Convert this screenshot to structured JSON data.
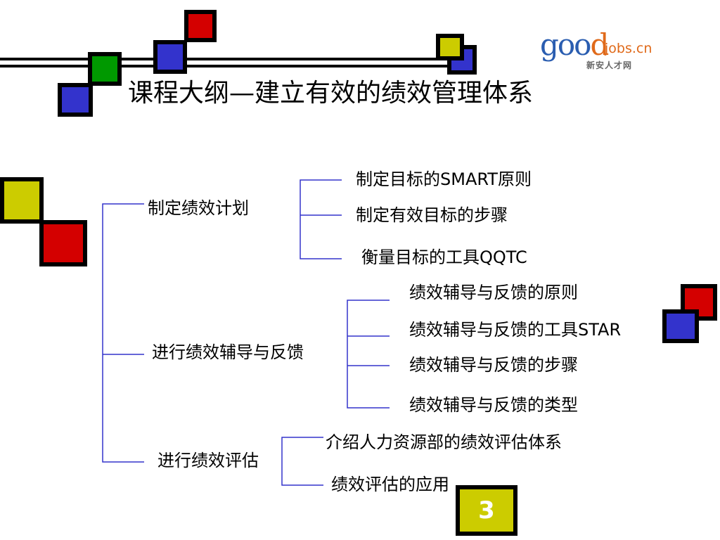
{
  "title": "课程大纲—建立有效的绩效管理体系",
  "logo": {
    "good": "goo",
    "good_d": "d",
    "jobs": "jobs.cn",
    "sub": "新安人才网"
  },
  "page_number": "3",
  "outline": {
    "plan": {
      "label": "制定绩效计划",
      "items": [
        "制定目标的SMART原则",
        "制定有效目标的步骤",
        "衡量目标的工具QQTC"
      ]
    },
    "coaching": {
      "label": "进行绩效辅导与反馈",
      "items": [
        "绩效辅导与反馈的原则",
        "绩效辅导与反馈的工具STAR",
        "绩效辅导与反馈的步骤",
        "绩效辅导与反馈的类型"
      ]
    },
    "evaluation": {
      "label": "进行绩效评估",
      "items": [
        "介绍人力资源部的绩效评估体系",
        "绩效评估的应用"
      ]
    }
  },
  "colors": {
    "red": "#d40000",
    "blue": "#3333cc",
    "green": "#009900",
    "yellow": "#cccc00",
    "connector": "#3333cc"
  }
}
